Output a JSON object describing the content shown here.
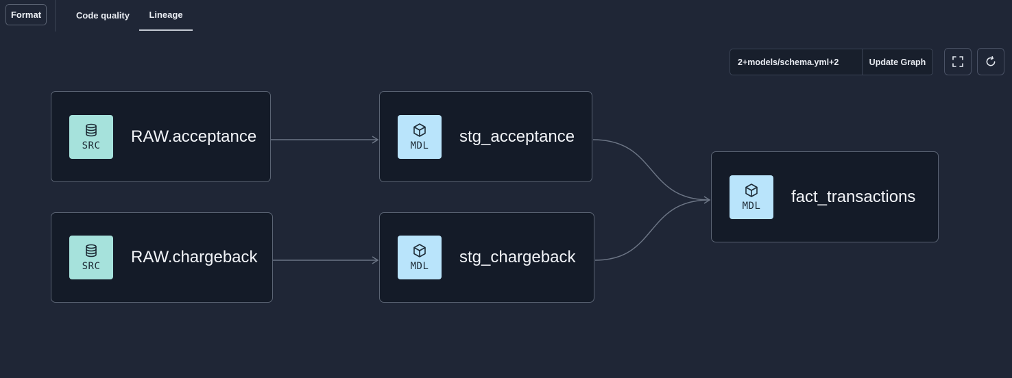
{
  "toolbar": {
    "format_label": "Format",
    "tabs": [
      {
        "label": "Code quality",
        "active": false
      },
      {
        "label": "Lineage",
        "active": true
      }
    ],
    "selector_value": "2+models/schema.yml+2",
    "update_label": "Update Graph",
    "fullscreen_icon": "fullscreen-icon",
    "refresh_icon": "refresh-icon"
  },
  "graph": {
    "nodes": [
      {
        "id": "raw-acceptance",
        "label": "RAW.acceptance",
        "type": "SRC",
        "icon": "database-icon"
      },
      {
        "id": "raw-chargeback",
        "label": "RAW.chargeback",
        "type": "SRC",
        "icon": "database-icon"
      },
      {
        "id": "stg-acceptance",
        "label": "stg_acceptance",
        "type": "MDL",
        "icon": "cube-icon"
      },
      {
        "id": "stg-chargeback",
        "label": "stg_chargeback",
        "type": "MDL",
        "icon": "cube-icon"
      },
      {
        "id": "fact-transactions",
        "label": "fact_transactions",
        "type": "MDL",
        "icon": "cube-icon"
      }
    ],
    "edges": [
      {
        "from": "RAW.acceptance",
        "to": "stg_acceptance"
      },
      {
        "from": "RAW.chargeback",
        "to": "stg_chargeback"
      },
      {
        "from": "stg_acceptance",
        "to": "fact_transactions"
      },
      {
        "from": "stg_chargeback",
        "to": "fact_transactions"
      }
    ]
  },
  "colors": {
    "background": "#1f2636",
    "node_fill": "#141b28",
    "node_border": "#5b6474",
    "src_badge": "#a6e2dc",
    "mdl_badge": "#b9e4fb",
    "edge": "#6c7585"
  }
}
